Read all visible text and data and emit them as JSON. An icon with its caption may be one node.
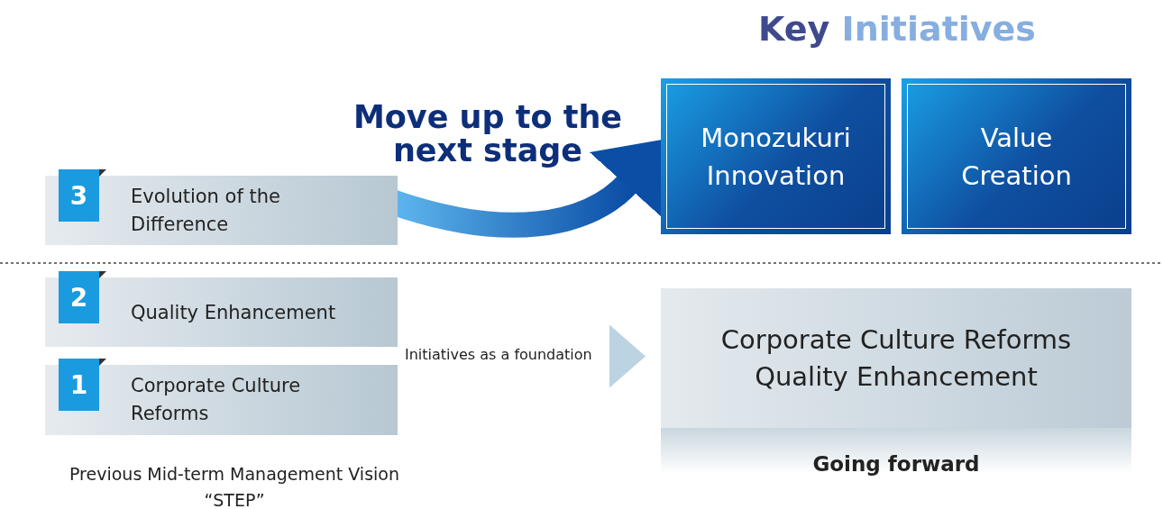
{
  "diagram": {
    "title": "Key Initiatives",
    "nodes": [
      {
        "text": [
          "3",
          "Evolution of the Difference"
        ]
      },
      {
        "text": [
          "2",
          "Quality Enhancement"
        ]
      },
      {
        "text": [
          "1",
          "Corporate Culture Reforms"
        ]
      },
      {
        "text": [
          "Monozukuri Innovation"
        ]
      },
      {
        "text": [
          "Value Creation"
        ]
      },
      {
        "text": [
          "Corporate Culture Reforms Quality Enhancement"
        ],
        "beside": [
          "Going forward"
        ]
      }
    ],
    "edges": [
      {
        "from": 0,
        "to": 3,
        "arrow": "to",
        "label": "Move up to the next stage"
      },
      {
        "from": 1,
        "to": 5,
        "arrow": "to",
        "label": "Initiatives as a foundation"
      },
      {
        "from": 2,
        "to": 5,
        "arrow": "to"
      }
    ],
    "labels": [
      "Previous Mid-term Management Vision “STEP”"
    ]
  }
}
